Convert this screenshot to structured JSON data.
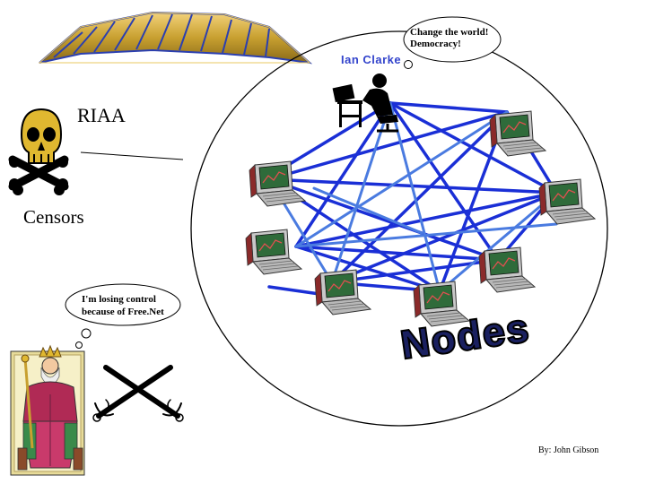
{
  "title_art": "Freenet: Rich Tech",
  "labels": {
    "riaa": "RIAA",
    "censors": "Censors",
    "ian_clarke": "Ian Clarke",
    "nodes": "Nodes",
    "author": "By: John Gibson"
  },
  "bubbles": {
    "ian_line1": "Change the world!",
    "ian_line2": "Democracy!",
    "king_line1": "I'm losing control",
    "king_line2": "because of Free.Net"
  },
  "colors": {
    "link_dark": "#1a2fd6",
    "link_light": "#4a7be0",
    "title_gold": "#c8a030",
    "title_blue": "#2b3fb0",
    "nodes_text": "#1a2060"
  },
  "icons": [
    "skull-crossbones-icon",
    "person-at-computer-icon",
    "laptop-icon",
    "king-icon",
    "crossed-swords-icon"
  ]
}
